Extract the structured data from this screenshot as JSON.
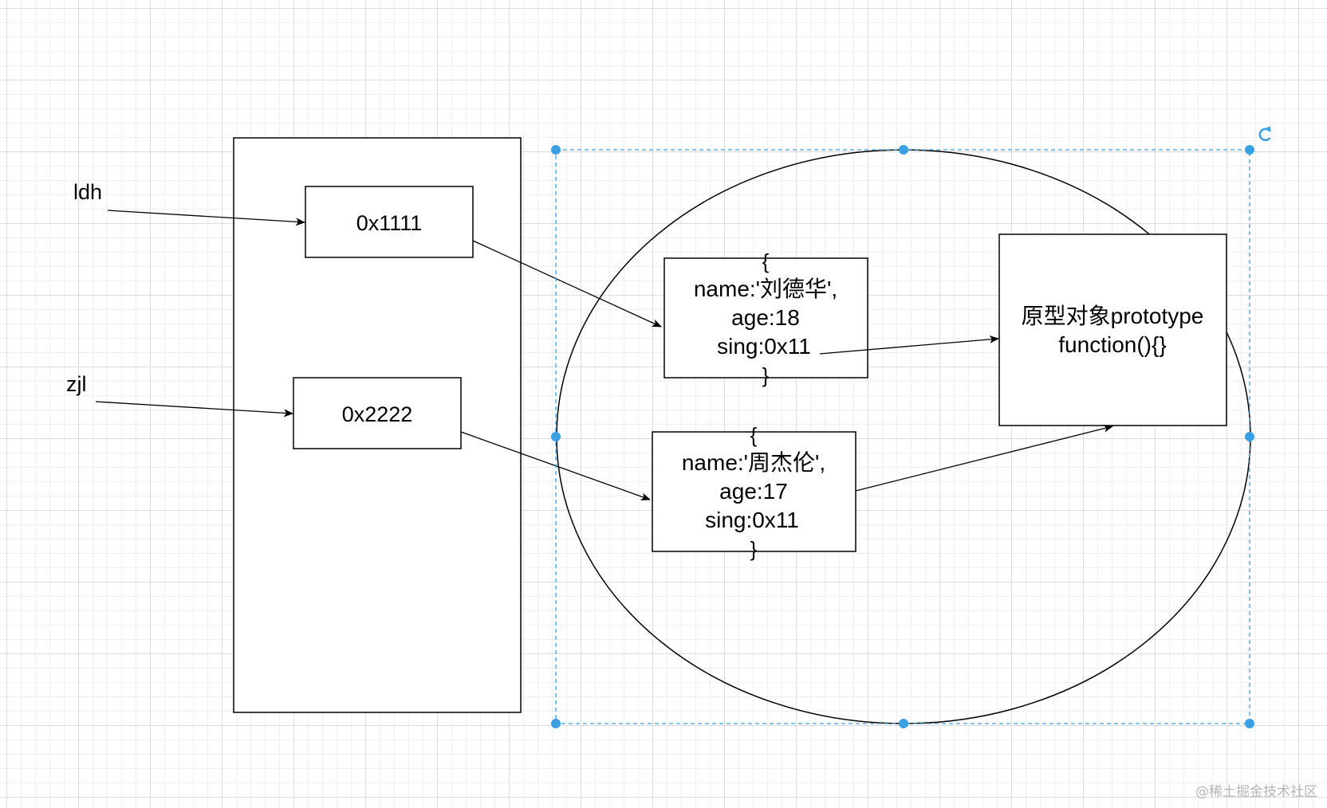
{
  "labels": {
    "var1": "ldh",
    "var2": "zjl"
  },
  "stack": {
    "addr1": "0x1111",
    "addr2": "0x2222"
  },
  "obj1": {
    "open": "{",
    "line1": "name:'刘德华',",
    "line2": "age:18",
    "line3": "sing:0x11",
    "close": "}"
  },
  "obj2": {
    "open": "{",
    "line1": "name:'周杰伦',",
    "line2": "age:17",
    "line3": "sing:0x11",
    "close": "}"
  },
  "proto": {
    "line1": "原型对象prototype",
    "line2": "function(){}"
  },
  "watermark": "@稀土掘金技术社区",
  "colors": {
    "selection": "#3b9fe3",
    "stroke": "#000000"
  }
}
